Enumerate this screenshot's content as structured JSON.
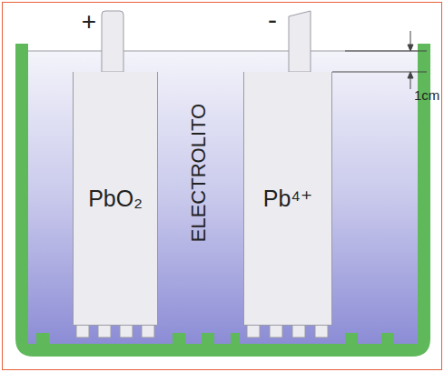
{
  "diagram": {
    "nodes": [
      {
        "text": [
          "PbO₂"
        ]
      },
      {
        "text": [
          "Pb⁴⁺"
        ]
      }
    ],
    "labels": [
      "+",
      "-",
      "ELECTROLITO",
      "1cm"
    ]
  }
}
